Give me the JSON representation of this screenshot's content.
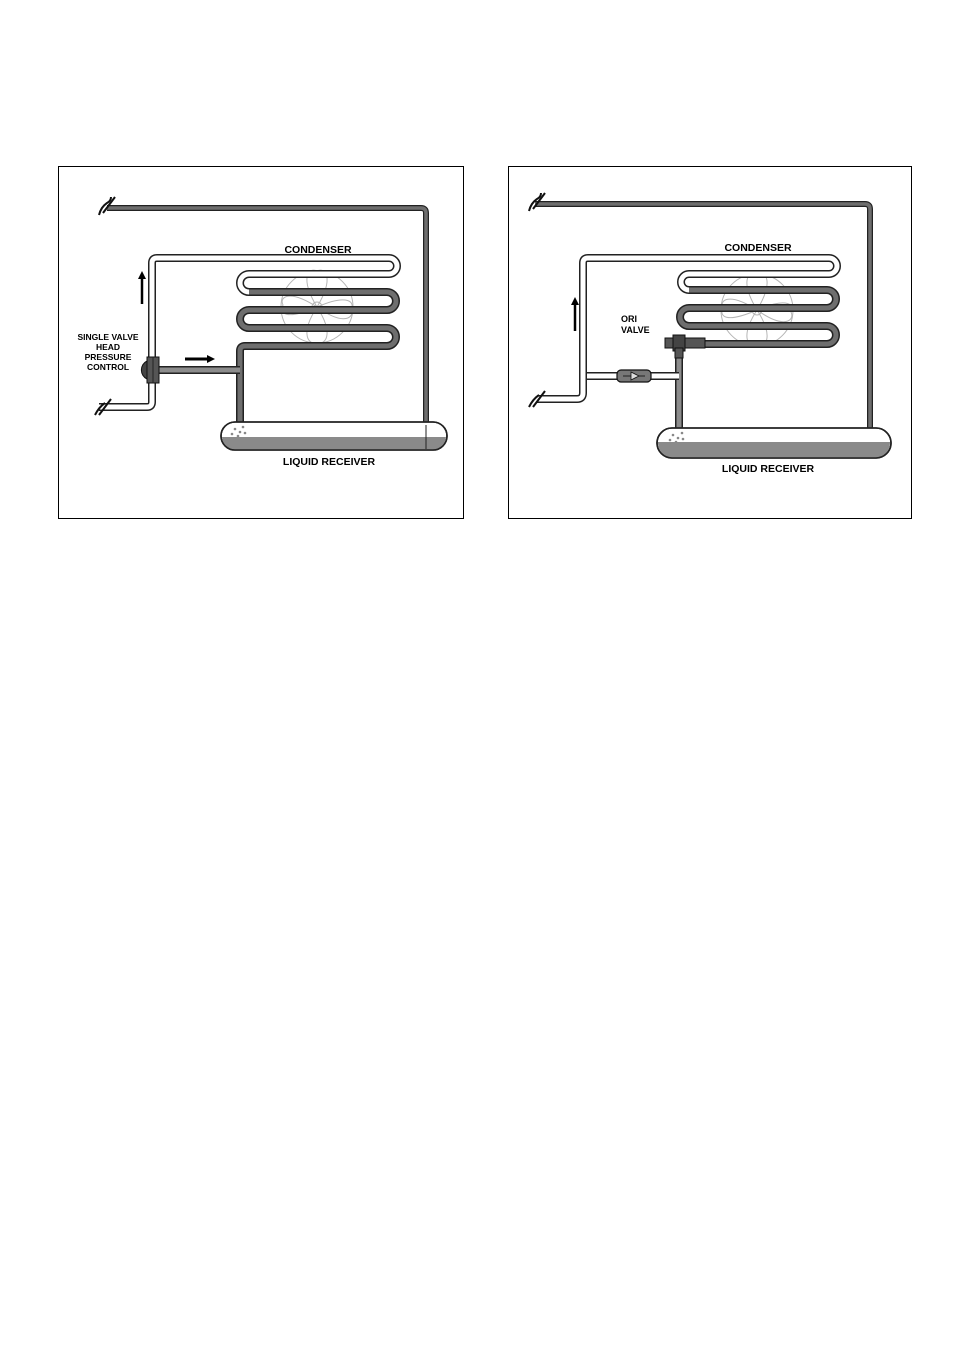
{
  "diagrams": [
    {
      "condenser_label": "CONDENSER",
      "receiver_label": "LIQUID RECEIVER",
      "valve_label_lines": [
        "SINGLE VALVE",
        "HEAD",
        "PRESSURE",
        "CONTROL"
      ]
    },
    {
      "condenser_label": "CONDENSER",
      "receiver_label": "LIQUID RECEIVER",
      "valve_label_lines": [
        "ORI",
        "VALVE"
      ]
    }
  ],
  "colors": {
    "pipe_outline": "#222222",
    "pipe_dark": "#6e6e6e",
    "pipe_light": "#ffffff",
    "liquid": "#8a8a8a",
    "fan": "#bdbdbd"
  }
}
